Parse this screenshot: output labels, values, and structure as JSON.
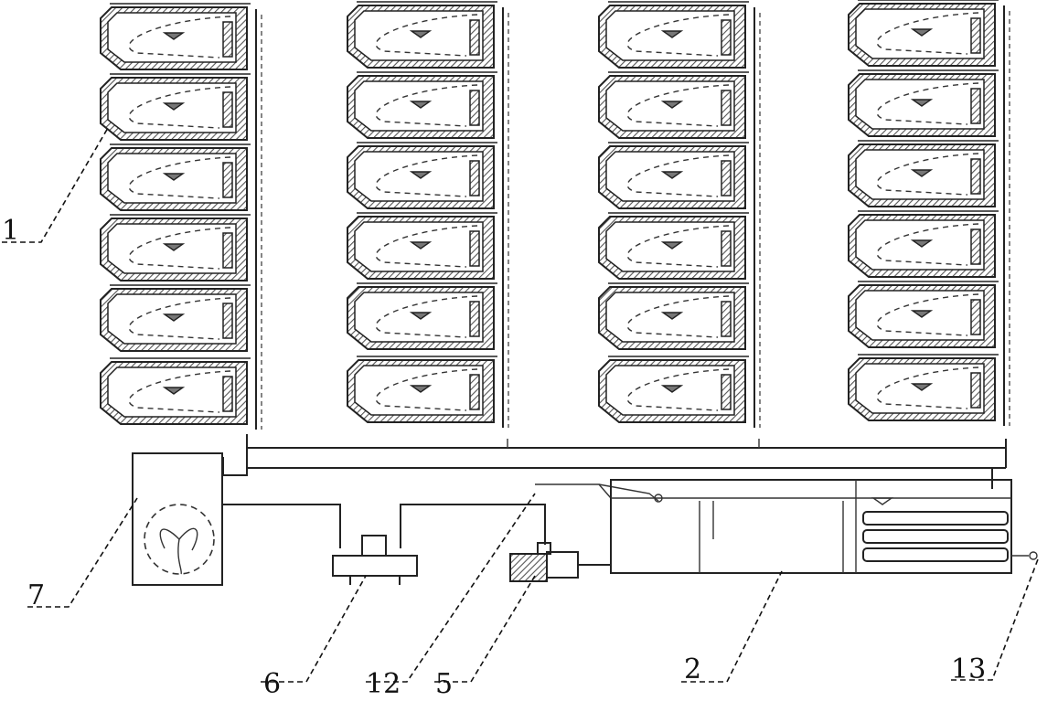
{
  "colors": {
    "line": "#222222",
    "hatch": "#666666",
    "background": "#ffffff"
  },
  "cabinet_grid": {
    "columns": 4,
    "rows": 6
  },
  "labels": {
    "l1": "1",
    "l7": "7",
    "l6": "6",
    "l12": "12",
    "l5": "5",
    "l2": "2",
    "l13": "13"
  },
  "icons": {
    "fan": "fan-icon",
    "compressor": "compressor-icon",
    "pump": "pump-icon"
  }
}
